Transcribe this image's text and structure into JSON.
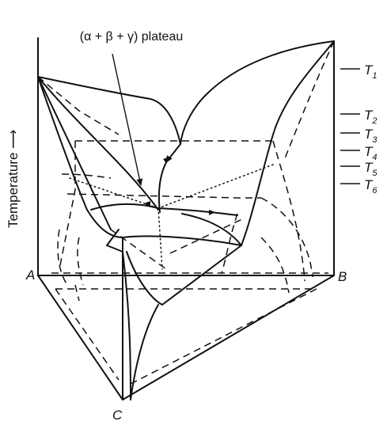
{
  "annotation": "(α + β + γ) plateau",
  "axis": {
    "title": "Temperature ⟶"
  },
  "corners": {
    "a": "A",
    "b": "B",
    "c": "C"
  },
  "temperature_ticks": [
    {
      "main": "T",
      "sub": "1"
    },
    {
      "main": "T",
      "sub": "2"
    },
    {
      "main": "T",
      "sub": "3"
    },
    {
      "main": "T",
      "sub": "4"
    },
    {
      "main": "T",
      "sub": "5"
    },
    {
      "main": "T",
      "sub": "6"
    }
  ]
}
